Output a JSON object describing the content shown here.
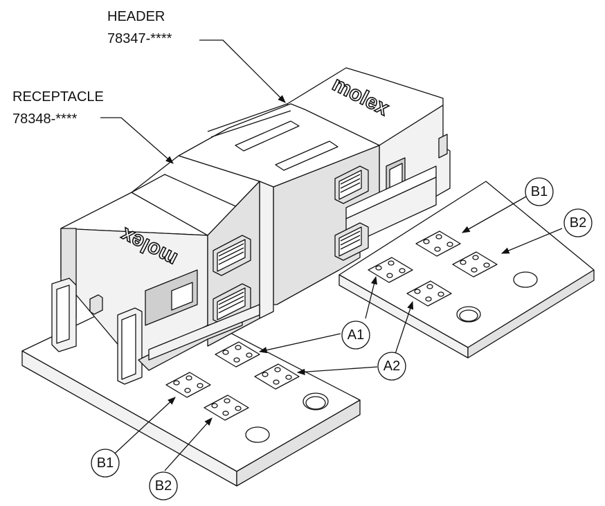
{
  "labels": {
    "header_title": "HEADER",
    "header_part": "78347-****",
    "receptacle_title": "RECEPTACLE",
    "receptacle_part": "78348-****",
    "logo_text": "molex"
  },
  "callouts": {
    "a1": "A1",
    "a2": "A2",
    "b1_right": "B1",
    "b2_right": "B2",
    "b1_left": "B1",
    "b2_left": "B2"
  }
}
